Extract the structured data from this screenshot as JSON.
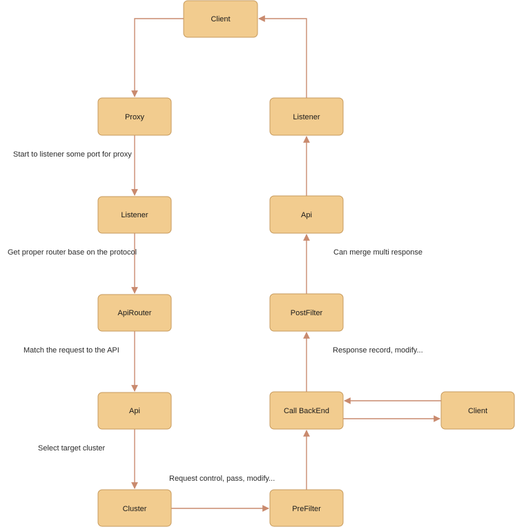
{
  "nodes": {
    "client_top": "Client",
    "proxy": "Proxy",
    "listener_left": "Listener",
    "apirouter": "ApiRouter",
    "api_left": "Api",
    "cluster": "Cluster",
    "prefilter": "PreFilter",
    "call_backend": "Call BackEnd",
    "client_right": "Client",
    "postfilter": "PostFilter",
    "api_right": "Api",
    "listener_right": "Listener"
  },
  "edge_labels": {
    "proxy_to_listener": "Start to listener some port for proxy",
    "listener_to_apirouter": "Get proper router base on the protocol",
    "apirouter_to_api": "Match the request to the API",
    "api_to_cluster": "Select target cluster",
    "cluster_to_prefilter": "Request control, pass, modify...",
    "backend_to_postfilter": "Response record, modify...",
    "postfilter_to_api": "Can merge multi response"
  },
  "colors": {
    "node_fill": "#f2cc8f",
    "node_stroke": "#c79a5c",
    "edge": "#c98a6e"
  }
}
